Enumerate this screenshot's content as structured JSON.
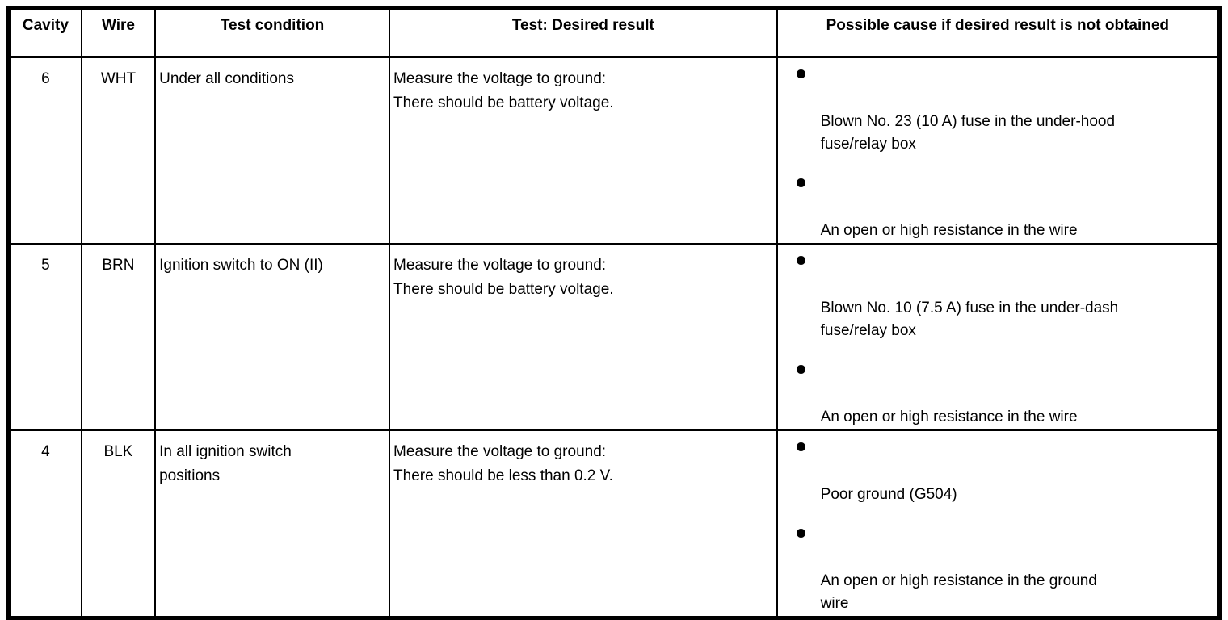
{
  "table": {
    "header": {
      "cells": [
        "Cavity",
        "Wire",
        "Test condition",
        "Test: Desired result",
        "Possible cause if desired result is not obtained"
      ]
    },
    "rows": [
      {
        "cavity": "6",
        "wire": "WHT",
        "test_condition": "Under all conditions",
        "desired_result": "Measure the voltage to ground:\nThere should be battery voltage.",
        "causes": [
          "Blown No. 23 (10 A) fuse in the under-hood\nfuse/relay box",
          "An open or high resistance in the wire"
        ]
      },
      {
        "cavity": "5",
        "wire": "BRN",
        "test_condition": "Ignition switch to ON (II)",
        "desired_result": "Measure the voltage to ground:\nThere should be battery voltage.",
        "causes": [
          "Blown No. 10 (7.5 A) fuse in the under-dash\nfuse/relay box",
          "An open or high resistance in the wire"
        ]
      },
      {
        "cavity": "4",
        "wire": "BLK",
        "test_condition": "In all ignition switch\npositions",
        "desired_result": "Measure the voltage to ground:\nThere should be less than 0.2 V.",
        "causes": [
          "Poor ground (G504)",
          "An open or high resistance in the ground\nwire"
        ]
      }
    ]
  }
}
